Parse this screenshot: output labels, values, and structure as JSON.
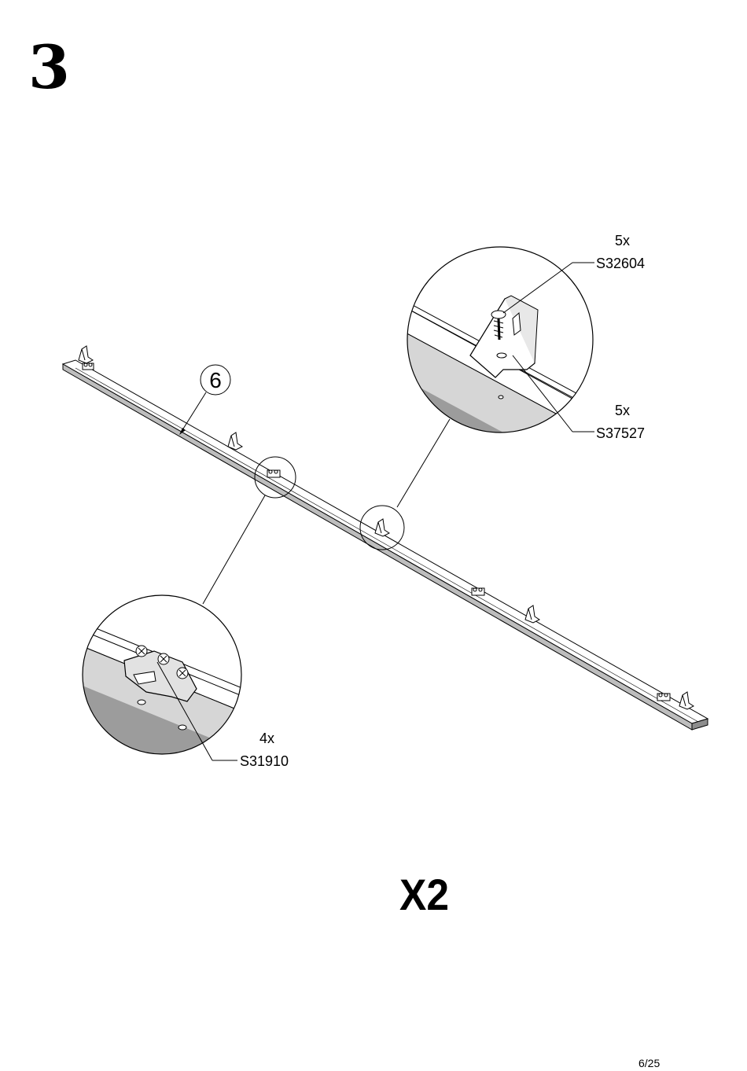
{
  "step": {
    "number": "3"
  },
  "part": {
    "number": "6"
  },
  "callouts": [
    {
      "qty": "5x",
      "code": "S32604"
    },
    {
      "qty": "5x",
      "code": "S37527"
    },
    {
      "qty": "4x",
      "code": "S31910"
    }
  ],
  "multiplier": "X2",
  "page": "6/25"
}
